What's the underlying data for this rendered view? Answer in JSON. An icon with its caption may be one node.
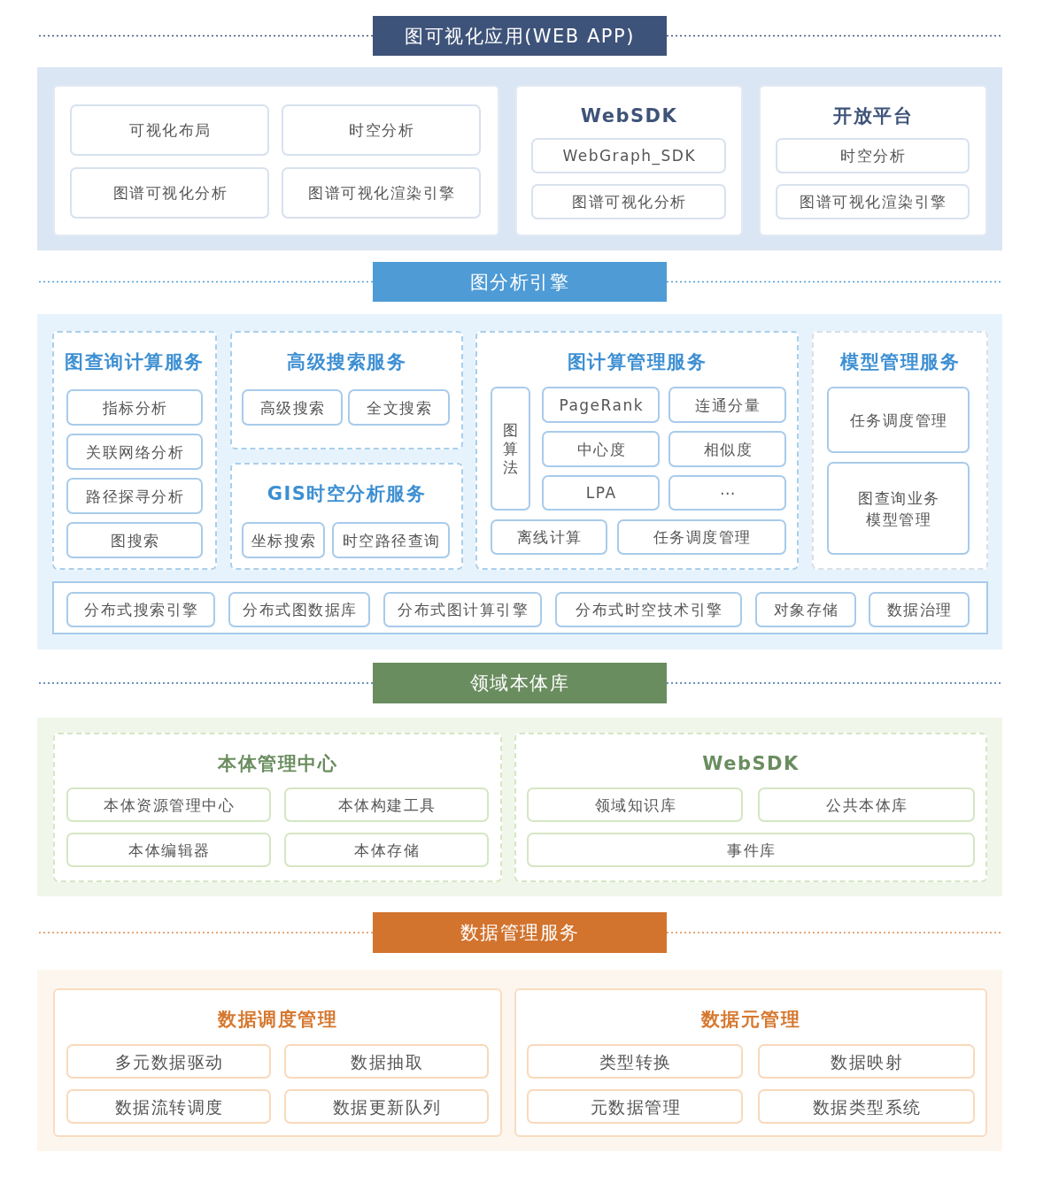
{
  "diagram": {
    "nodes": [
      {
        "text": [
          "图可视化应用(WEB APP)"
        ]
      },
      {
        "text": [],
        "shape": "box"
      },
      {
        "text": [],
        "shape": "box",
        "in": 1
      },
      {
        "text": [
          "可视化布局"
        ],
        "in": 2
      },
      {
        "text": [
          "时空分析"
        ],
        "in": 2
      },
      {
        "text": [
          "图谱可视化分析"
        ],
        "in": 2
      },
      {
        "text": [
          "图谱可视化渲染引擎"
        ],
        "in": 2
      },
      {
        "text": [
          "WebSDK"
        ],
        "in": 1
      },
      {
        "text": [
          "WebGraph_SDK"
        ],
        "in": 7
      },
      {
        "text": [
          "图谱可视化分析"
        ],
        "in": 7
      },
      {
        "text": [
          "开放平台"
        ],
        "in": 1
      },
      {
        "text": [
          "时空分析"
        ],
        "in": 10
      },
      {
        "text": [
          "图谱可视化渲染引擎"
        ],
        "in": 10
      },
      {
        "text": [
          "图分析引擎"
        ]
      },
      {
        "text": [],
        "shape": "box"
      },
      {
        "text": [
          "图查询计算服务"
        ],
        "in": 14
      },
      {
        "text": [
          "指标分析"
        ],
        "in": 15
      },
      {
        "text": [
          "关联网络分析"
        ],
        "in": 15
      },
      {
        "text": [
          "路径探寻分析"
        ],
        "in": 15
      },
      {
        "text": [
          "图搜索"
        ],
        "in": 15
      },
      {
        "text": [
          "高级搜索服务"
        ],
        "in": 14
      },
      {
        "text": [
          "高级搜索"
        ],
        "in": 20
      },
      {
        "text": [
          "全文搜索"
        ],
        "in": 20
      },
      {
        "text": [
          "GIS时空分析服务"
        ],
        "in": 14
      },
      {
        "text": [
          "坐标搜索"
        ],
        "in": 23
      },
      {
        "text": [
          "时空路径查询"
        ],
        "in": 23
      },
      {
        "text": [
          "图计算管理服务"
        ],
        "in": 14
      },
      {
        "text": [
          "图算法"
        ],
        "in": 26
      },
      {
        "text": [
          "PageRank"
        ],
        "in": 26
      },
      {
        "text": [
          "连通分量"
        ],
        "in": 26
      },
      {
        "text": [
          "中心度"
        ],
        "in": 26
      },
      {
        "text": [
          "相似度"
        ],
        "in": 26
      },
      {
        "text": [
          "LPA"
        ],
        "in": 26
      },
      {
        "text": [
          "⋯"
        ],
        "in": 26
      },
      {
        "text": [
          "离线计算"
        ],
        "in": 26
      },
      {
        "text": [
          "任务调度管理"
        ],
        "in": 26
      },
      {
        "text": [
          "模型管理服务"
        ],
        "in": 14
      },
      {
        "text": [
          "任务调度管理"
        ],
        "in": 36
      },
      {
        "text": [
          "图查询业务模型管理"
        ],
        "in": 36
      },
      {
        "text": [],
        "shape": "box",
        "in": 14
      },
      {
        "text": [
          "分布式搜索引擎"
        ],
        "in": 39
      },
      {
        "text": [
          "分布式图数据库"
        ],
        "in": 39
      },
      {
        "text": [
          "分布式图计算引擎"
        ],
        "in": 39
      },
      {
        "text": [
          "分布式时空技术引擎"
        ],
        "in": 39
      },
      {
        "text": [
          "对象存储"
        ],
        "in": 39
      },
      {
        "text": [
          "数据治理"
        ],
        "in": 39
      },
      {
        "text": [
          "领域本体库"
        ]
      },
      {
        "text": [],
        "shape": "box"
      },
      {
        "text": [
          "本体管理中心"
        ],
        "in": 47
      },
      {
        "text": [
          "本体资源管理中心"
        ],
        "in": 48
      },
      {
        "text": [
          "本体构建工具"
        ],
        "in": 48
      },
      {
        "text": [
          "本体编辑器"
        ],
        "in": 48
      },
      {
        "text": [
          "本体存储"
        ],
        "in": 48
      },
      {
        "text": [
          "WebSDK"
        ],
        "in": 47
      },
      {
        "text": [
          "领域知识库"
        ],
        "in": 53
      },
      {
        "text": [
          "公共本体库"
        ],
        "in": 53
      },
      {
        "text": [
          "事件库"
        ],
        "in": 53
      },
      {
        "text": [
          "数据管理服务"
        ]
      },
      {
        "text": [],
        "shape": "box"
      },
      {
        "text": [
          "数据调度管理"
        ],
        "in": 58
      },
      {
        "text": [
          "多元数据驱动"
        ],
        "in": 59
      },
      {
        "text": [
          "数据抽取"
        ],
        "in": 59
      },
      {
        "text": [
          "数据流转调度"
        ],
        "in": 59
      },
      {
        "text": [
          "数据更新队列"
        ],
        "in": 59
      },
      {
        "text": [
          "数据元管理"
        ],
        "in": 58
      },
      {
        "text": [
          "类型转换"
        ],
        "in": 64
      },
      {
        "text": [
          "数据映射"
        ],
        "in": 64
      },
      {
        "text": [
          "元数据管理"
        ],
        "in": 64
      },
      {
        "text": [
          "数据类型系统"
        ],
        "in": 64
      }
    ]
  }
}
